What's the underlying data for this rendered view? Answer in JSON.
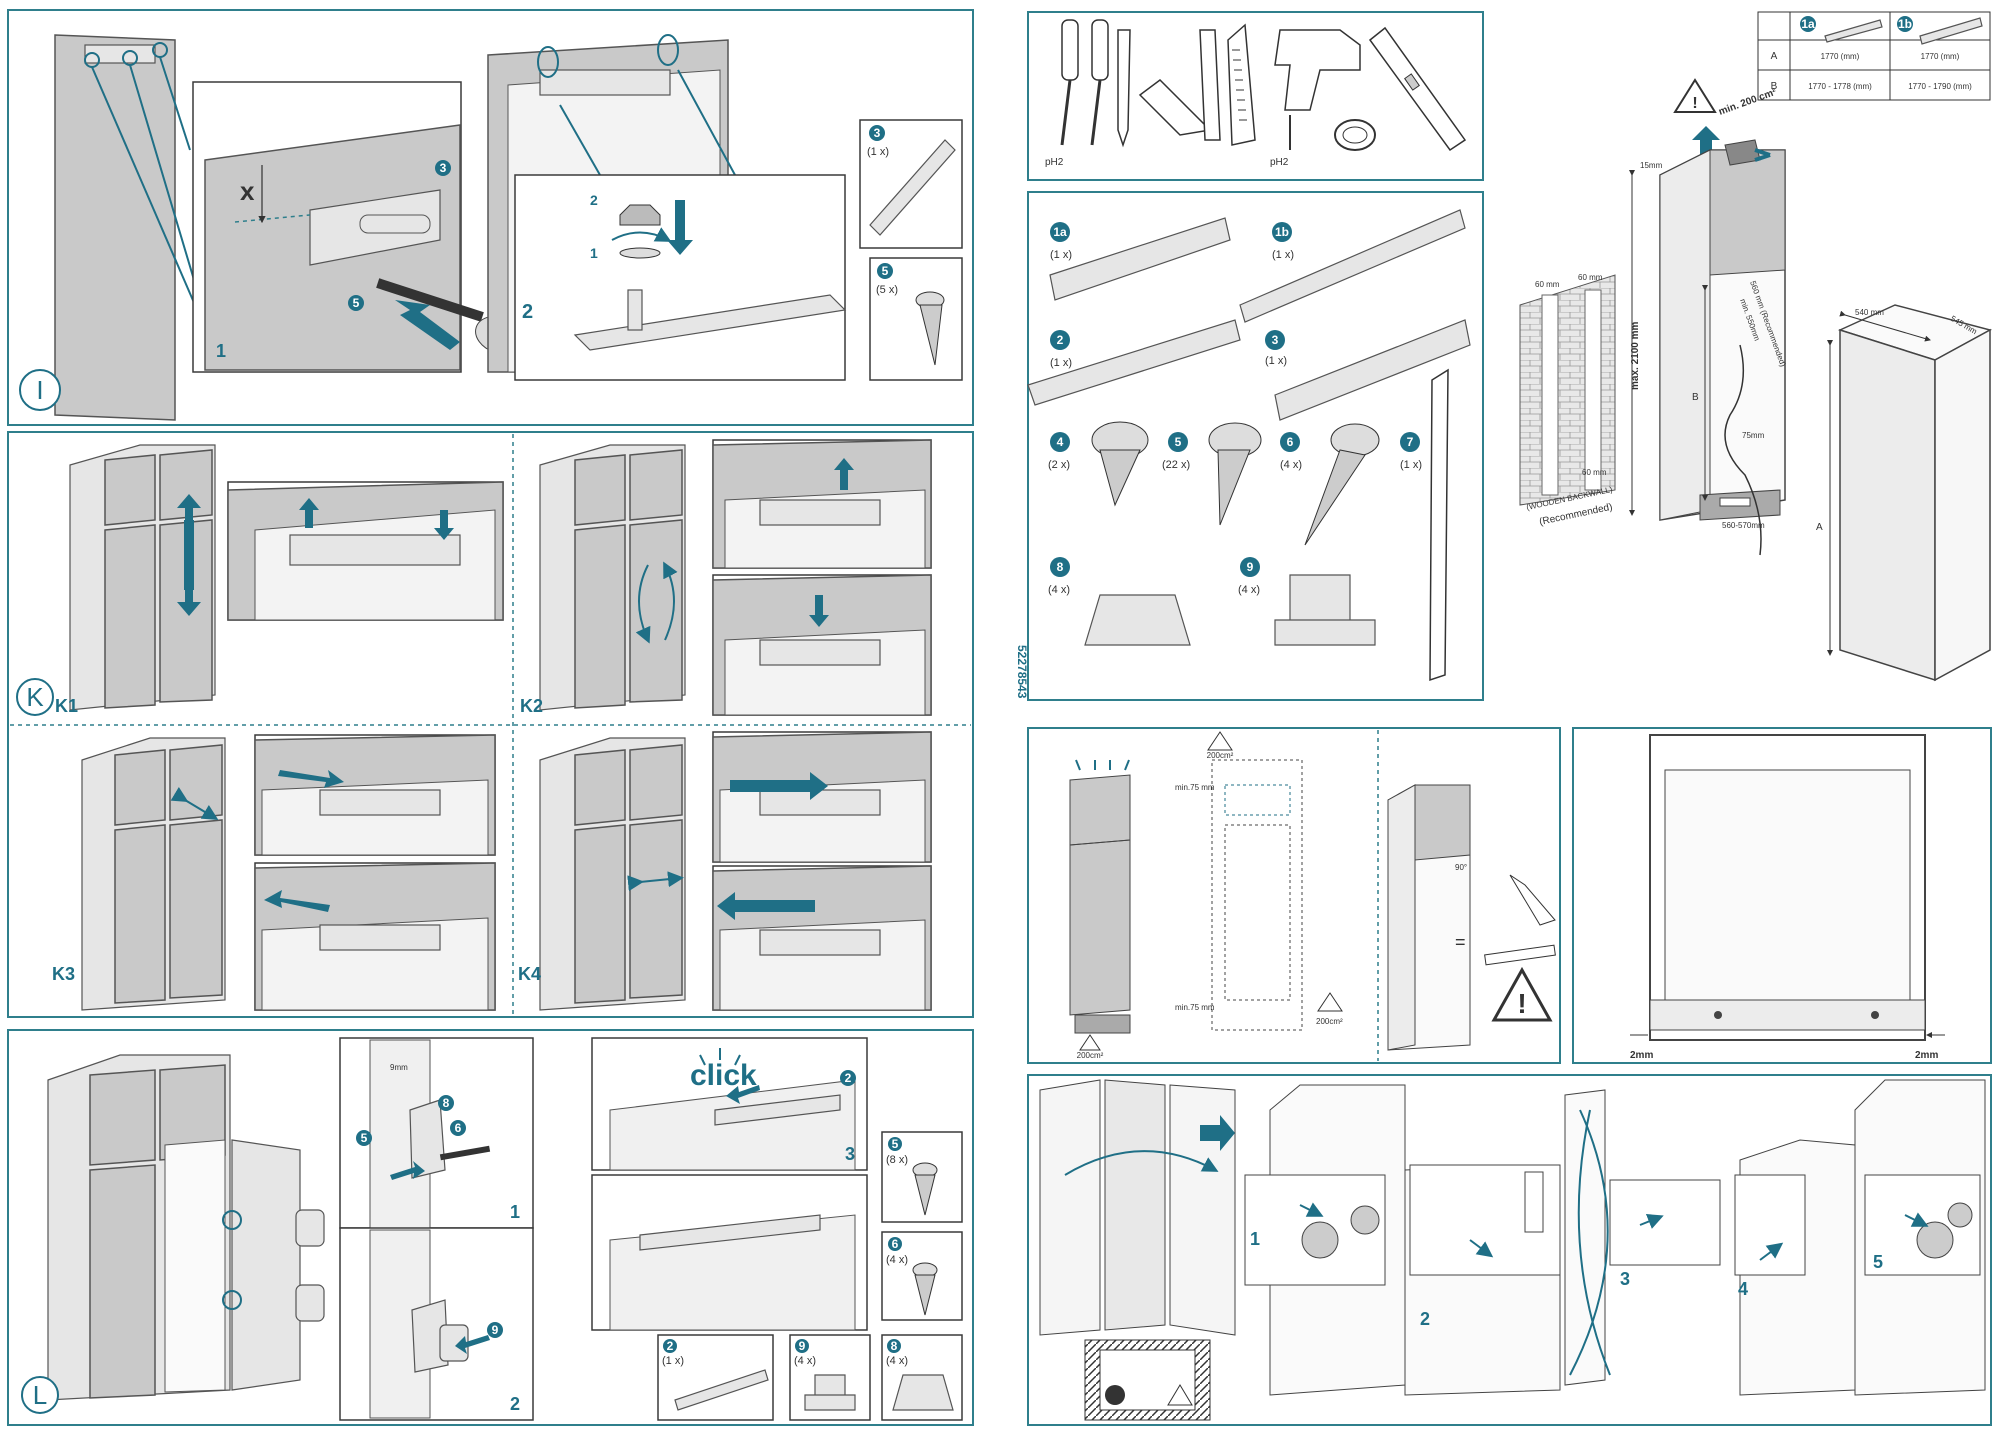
{
  "sections": {
    "I": "I",
    "K": "K",
    "K1": "K1",
    "K2": "K2",
    "K3": "K3",
    "K4": "K4",
    "L": "L"
  },
  "steps": {
    "one": "1",
    "two": "2",
    "three": "3",
    "four": "4",
    "five": "5"
  },
  "panel_i": {
    "x_label": "x",
    "parts": [
      {
        "num": "3",
        "qty": "(1 x)"
      },
      {
        "num": "5",
        "qty": "(5 x)"
      }
    ]
  },
  "panel_l": {
    "click": "click",
    "spacing": "9mm",
    "parts": [
      {
        "num": "5",
        "qty": "(8 x)"
      },
      {
        "num": "6",
        "qty": "(4 x)"
      },
      {
        "num": "2",
        "qty": "(1 x)"
      },
      {
        "num": "9",
        "qty": "(4 x)"
      },
      {
        "num": "8",
        "qty": "(4 x)"
      }
    ]
  },
  "tools": {
    "screwdriver_label": "pH2",
    "drill_label": "pH2"
  },
  "kit": [
    {
      "num": "1a",
      "qty": "(1 x)"
    },
    {
      "num": "1b",
      "qty": "(1 x)"
    },
    {
      "num": "2",
      "qty": "(1 x)"
    },
    {
      "num": "3",
      "qty": "(1 x)"
    },
    {
      "num": "4",
      "qty": "(2 x)"
    },
    {
      "num": "5",
      "qty": "(22 x)"
    },
    {
      "num": "6",
      "qty": "(4 x)"
    },
    {
      "num": "7",
      "qty": "(1 x)"
    },
    {
      "num": "8",
      "qty": "(4 x)"
    },
    {
      "num": "9",
      "qty": "(4 x)"
    }
  ],
  "doc_code": "52278543",
  "dimension_table": {
    "columns": [
      "1a",
      "1b"
    ],
    "rows": [
      {
        "label": "A",
        "values": [
          "1770 (mm)",
          "1770 (mm)"
        ]
      },
      {
        "label": "B",
        "values": [
          "1770 - 1778 (mm)",
          "1770 - 1790 (mm)"
        ]
      }
    ]
  },
  "niche": {
    "ventilation": "min. 200 cm²",
    "depth_top": "15mm",
    "max_height": "max. 2100 mm",
    "side_60a": "60 mm",
    "side_60b": "60 mm",
    "bottom_60": "60 mm",
    "backwall_1": "(WOODEN BACKWALL)",
    "backwall_2": "(Recommended)",
    "rec_560": "560 mm (Recommended)",
    "min_550": "min. 550mm",
    "depth_75": "75mm",
    "width_range": "560-570mm",
    "label_B": "B",
    "label_A": "A",
    "width_540": "540 mm",
    "depth_545": "545 mm"
  },
  "install": {
    "vent_top": "200cm²",
    "vent_mid": "200cm²",
    "vent_bottom": "200cm²",
    "min75_top": "min.75 mm",
    "min75_bottom": "min.75 mm",
    "equals": "=",
    "angle": "90°",
    "gap_left": "2mm",
    "gap_right": "2mm"
  },
  "colors": {
    "accent": "#1f6f86",
    "panel_gray": "#c9c9c9",
    "frame": "#2f7f8c"
  }
}
